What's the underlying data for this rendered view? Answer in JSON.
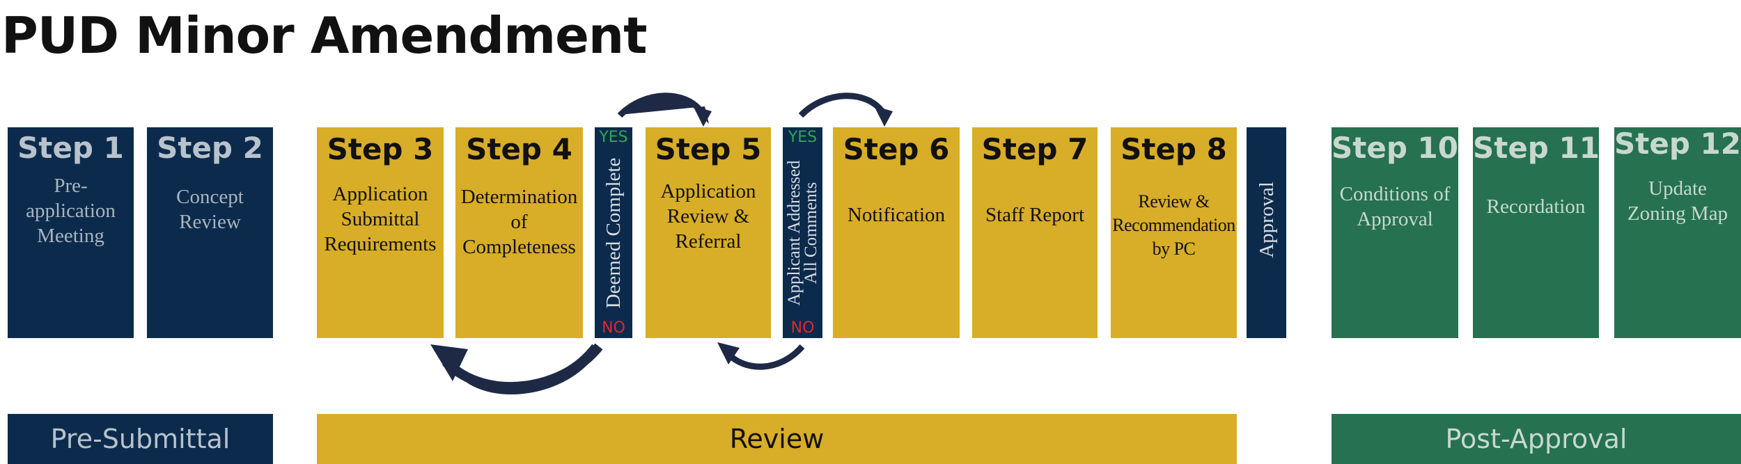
{
  "title": "PUD Minor Amendment",
  "colors": {
    "navy": "#0c2b4c",
    "gold": "#d8ad27",
    "green": "#267150",
    "yes_green": "#2ea84f",
    "no_red": "#e0262b"
  },
  "steps": {
    "s1": {
      "head": "Step 1",
      "desc": "Pre-application Meeting"
    },
    "s2": {
      "head": "Step 2",
      "desc": "Concept Review"
    },
    "s3": {
      "head": "Step 3",
      "desc": "Application Submittal Requirements"
    },
    "s4": {
      "head": "Step 4",
      "desc": "Determination of Completeness"
    },
    "s5": {
      "head": "Step 5",
      "desc": "Application Review & Referral"
    },
    "s6": {
      "head": "Step 6",
      "desc": "Notification"
    },
    "s7": {
      "head": "Step 7",
      "desc": "Staff Report"
    },
    "s8": {
      "head": "Step 8",
      "desc": "Review & Recommendation by PC"
    },
    "s10": {
      "head": "Step 10",
      "desc": "Conditions of Approval"
    },
    "s11": {
      "head": "Step 11",
      "desc": "Recordation"
    },
    "s12": {
      "head": "Step 12",
      "desc": "Update Zoning Map"
    }
  },
  "decisions": {
    "d1": {
      "yes": "YES",
      "no": "NO",
      "text": "Deemed Complete"
    },
    "d2": {
      "yes": "YES",
      "no": "NO",
      "text_line1": "Applicant Addressed",
      "text_line2": "All Comments"
    }
  },
  "approval": {
    "text": "Approval"
  },
  "phases": {
    "pre": "Pre-Submittal",
    "review": "Review",
    "post": "Post-Approval"
  }
}
